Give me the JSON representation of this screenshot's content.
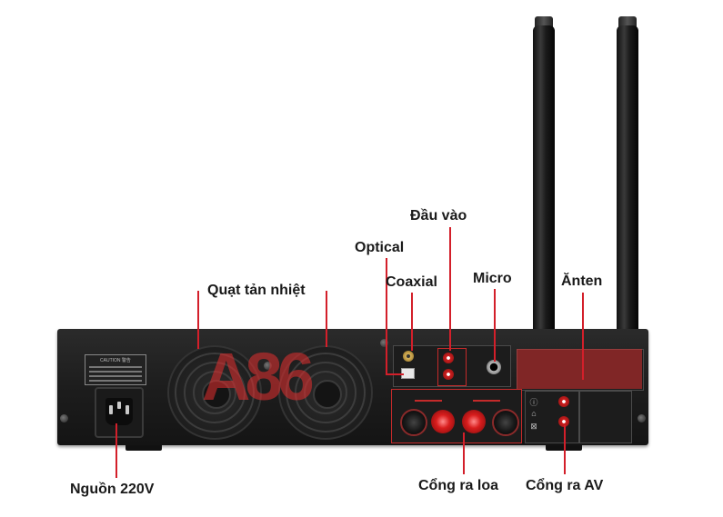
{
  "labels": {
    "input": "Đầu vào",
    "optical": "Optical",
    "coaxial": "Coaxial",
    "micro": "Micro",
    "antenna": "Ănten",
    "fan": "Quạt tản nhiệt",
    "power": "Nguồn 220V",
    "speaker_out": "Cổng ra loa",
    "av_out": "Cổng ra AV"
  },
  "device": {
    "caution_label": "CAUTION 警告",
    "watermark": "A86"
  },
  "colors": {
    "accent_line": "#d31f2a",
    "chassis": "#1d1d1d",
    "watermark": "#e42f2f"
  }
}
